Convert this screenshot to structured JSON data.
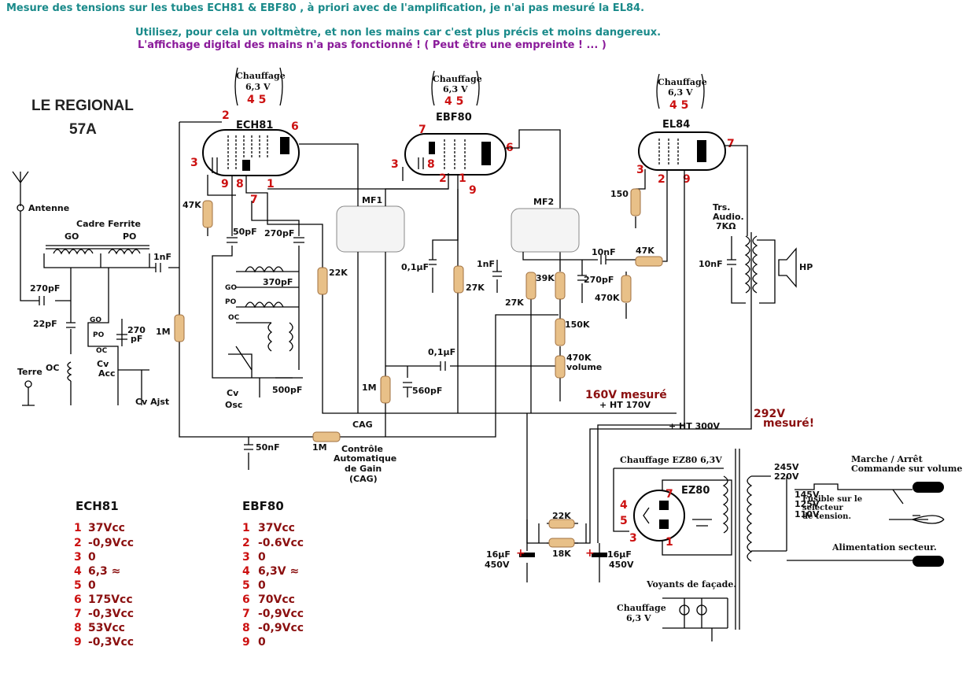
{
  "header": {
    "line1": "Mesure des tensions sur les tubes ECH81 & EBF80 , à priori avec de l'amplification, je n'ai pas mesuré la EL84.",
    "line2": "Utilisez, pour cela un voltmètre, et non les mains car c'est plus précis et moins dangereux.",
    "line3": "L'affichage digital des mains n'a pas fonctionné ! ( Peut être une empreinte ! ... )"
  },
  "title": {
    "line1": "LE REGIONAL",
    "line2": "57A"
  },
  "heating_labels": {
    "word": "Chauffage",
    "volt": "6,3 V",
    "pins": "4 5"
  },
  "tubes": {
    "ech81": {
      "name": "ECH81",
      "pins": [
        "2",
        "6",
        "3",
        "9",
        "8",
        "1",
        "7"
      ]
    },
    "ebf80": {
      "name": "EBF80",
      "pins": [
        "7",
        "6",
        "3",
        "8",
        "2",
        "1",
        "9"
      ]
    },
    "el84": {
      "name": "EL84",
      "pins": [
        "7",
        "3",
        "2",
        "9"
      ]
    },
    "ez80": {
      "name": "EZ80",
      "pins": [
        "7",
        "4",
        "5",
        "3",
        "1"
      ]
    }
  },
  "labels": {
    "antenne": "Antenne",
    "cadre": "Cadre Ferrite",
    "go": "GO",
    "po": "PO",
    "oc": "OC",
    "terre": "Terre",
    "c270pF_a": "270pF",
    "c22pF": "22pF",
    "c270": "270",
    "pF": "pF",
    "cv_acc_1": "Cv",
    "cv_acc_2": "Acc",
    "cv_ajst": "Cv Ajst",
    "c1nF": "1nF",
    "r1M": "1M",
    "r47K": "47K",
    "c50pF": "50pF",
    "c270pF_b": "270pF",
    "c370pF": "370pF",
    "cv_osc_1": "Cv",
    "cv_osc_2": "Osc",
    "c500pF": "500pF",
    "r22K": "22K",
    "mf1": "MF1",
    "mf2": "MF2",
    "c01uF_a": "0,1µF",
    "r27K_a": "27K",
    "r1M_b": "1M",
    "c560pF": "560pF",
    "c01uF_b": "0,1µF",
    "cag": "CAG",
    "c50nF": "50nF",
    "r1M_c": "1M",
    "cag_text_1": "Contrôle",
    "cag_text_2": "Automatique",
    "cag_text_3": "de Gain",
    "cag_text_4": "(CAG)",
    "c1nF_b": "1nF",
    "r27K_b": "27K",
    "r39K": "39K",
    "c270pF_c": "270pF",
    "r150K": "150K",
    "r470K_vol": "470K",
    "volume": "volume",
    "c10nF_a": "10nF",
    "r47K_b": "47K",
    "r470K": "470K",
    "r150": "150",
    "trs_1": "Trs.",
    "trs_2": "Audio.",
    "trs_3": "7KΩ",
    "c10nF_b": "10nF",
    "hp": "HP",
    "mes160": "160V mesuré",
    "ht170": "+ HT 170V",
    "ht300": "+ HT 300V",
    "mes292_1": "292V",
    "mes292_2": "mesuré!",
    "chauffage_ez80": "Chauffage EZ80 6,3V",
    "v245": "245V",
    "v220": "220V",
    "v145": "145V",
    "v125": "125V",
    "v110": "110V",
    "marche_1": "Marche / Arrêt",
    "marche_2": "Commande sur volume",
    "fusible_1": "Fusible sur le",
    "fusible_2": "selecteur",
    "fusible_3": "de tension.",
    "alim": "Alimentation secteur.",
    "r22K_b": "22K",
    "r18K": "18K",
    "c16uF": "16µF",
    "v450": "450V",
    "plus": "+",
    "minus": "−",
    "voyants": "Voyants de façade.",
    "chauff_bottom_1": "Chauffage",
    "chauff_bottom_2": "6,3 V"
  },
  "voltages": {
    "ech81": {
      "title": "ECH81",
      "rows": [
        {
          "pin": "1",
          "value": "37Vcc"
        },
        {
          "pin": "2",
          "value": "-0,9Vcc"
        },
        {
          "pin": "3",
          "value": "0"
        },
        {
          "pin": "4",
          "value": "6,3 ≈"
        },
        {
          "pin": "5",
          "value": "0"
        },
        {
          "pin": "6",
          "value": "175Vcc"
        },
        {
          "pin": "7",
          "value": "-0,3Vcc"
        },
        {
          "pin": "8",
          "value": "53Vcc"
        },
        {
          "pin": "9",
          "value": "-0,3Vcc"
        }
      ]
    },
    "ebf80": {
      "title": "EBF80",
      "rows": [
        {
          "pin": "1",
          "value": "37Vcc"
        },
        {
          "pin": "2",
          "value": "-0.6Vcc"
        },
        {
          "pin": "3",
          "value": "0"
        },
        {
          "pin": "4",
          "value": "6,3V ≈"
        },
        {
          "pin": "5",
          "value": "0"
        },
        {
          "pin": "6",
          "value": "70Vcc"
        },
        {
          "pin": "7",
          "value": "-0,9Vcc"
        },
        {
          "pin": "8",
          "value": "-0,9Vcc"
        },
        {
          "pin": "9",
          "value": "0"
        }
      ]
    }
  }
}
